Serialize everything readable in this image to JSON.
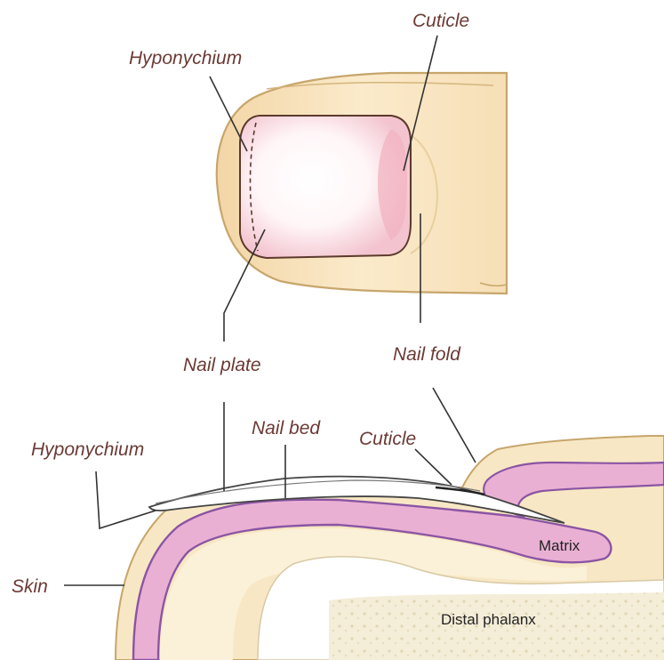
{
  "top_view": {
    "hyponychium_label": "Hyponychium",
    "cuticle_label": "Cuticle",
    "nail_plate_label": "Nail plate",
    "nail_fold_label": "Nail fold"
  },
  "side_view": {
    "hyponychium_label": "Hyponychium",
    "nail_bed_label": "Nail bed",
    "cuticle_label": "Cuticle",
    "skin_label": "Skin",
    "matrix_label": "Matrix",
    "distal_phalanx_label": "Distal phalanx"
  },
  "colors": {
    "label_text": "#6b3a34",
    "skin": "#f6e3bd",
    "skin_outline": "#c7a66c",
    "nail_pink": "#f7cfd6",
    "pink_tissue": "#e7a6d1",
    "purple_edge": "#8a55a3",
    "bone": "#f1ead4"
  }
}
